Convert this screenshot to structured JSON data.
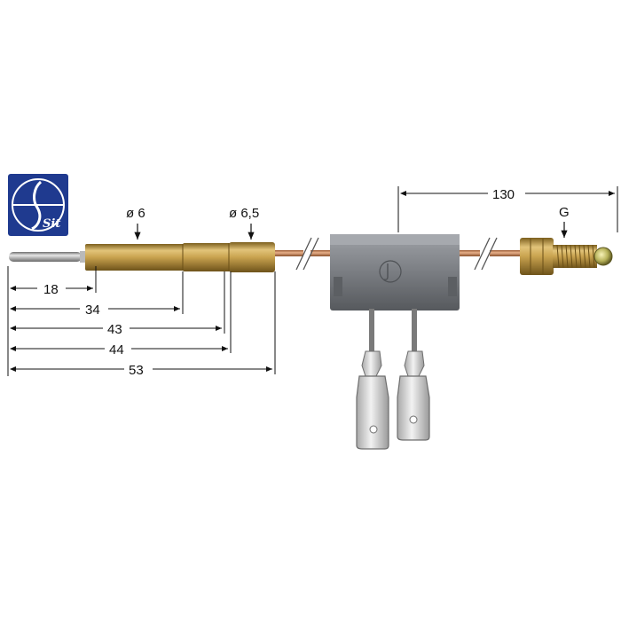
{
  "diagram": {
    "brand": {
      "logo_text": "Sit",
      "logo_color": "#1f3a8f"
    },
    "annotations": {
      "diameter_tip": "ø 6",
      "diameter_body": "ø 6,5",
      "connector_thread": "G"
    },
    "dimensions": {
      "d18": "18",
      "d34": "34",
      "d43": "43",
      "d44": "44",
      "d53": "53",
      "d130": "130"
    },
    "colors": {
      "brass": "#c8a24e",
      "brass_dark": "#8a6a22",
      "copper": "#c98a5c",
      "connector_grey": "#7c7f85",
      "line": "#111111"
    }
  }
}
